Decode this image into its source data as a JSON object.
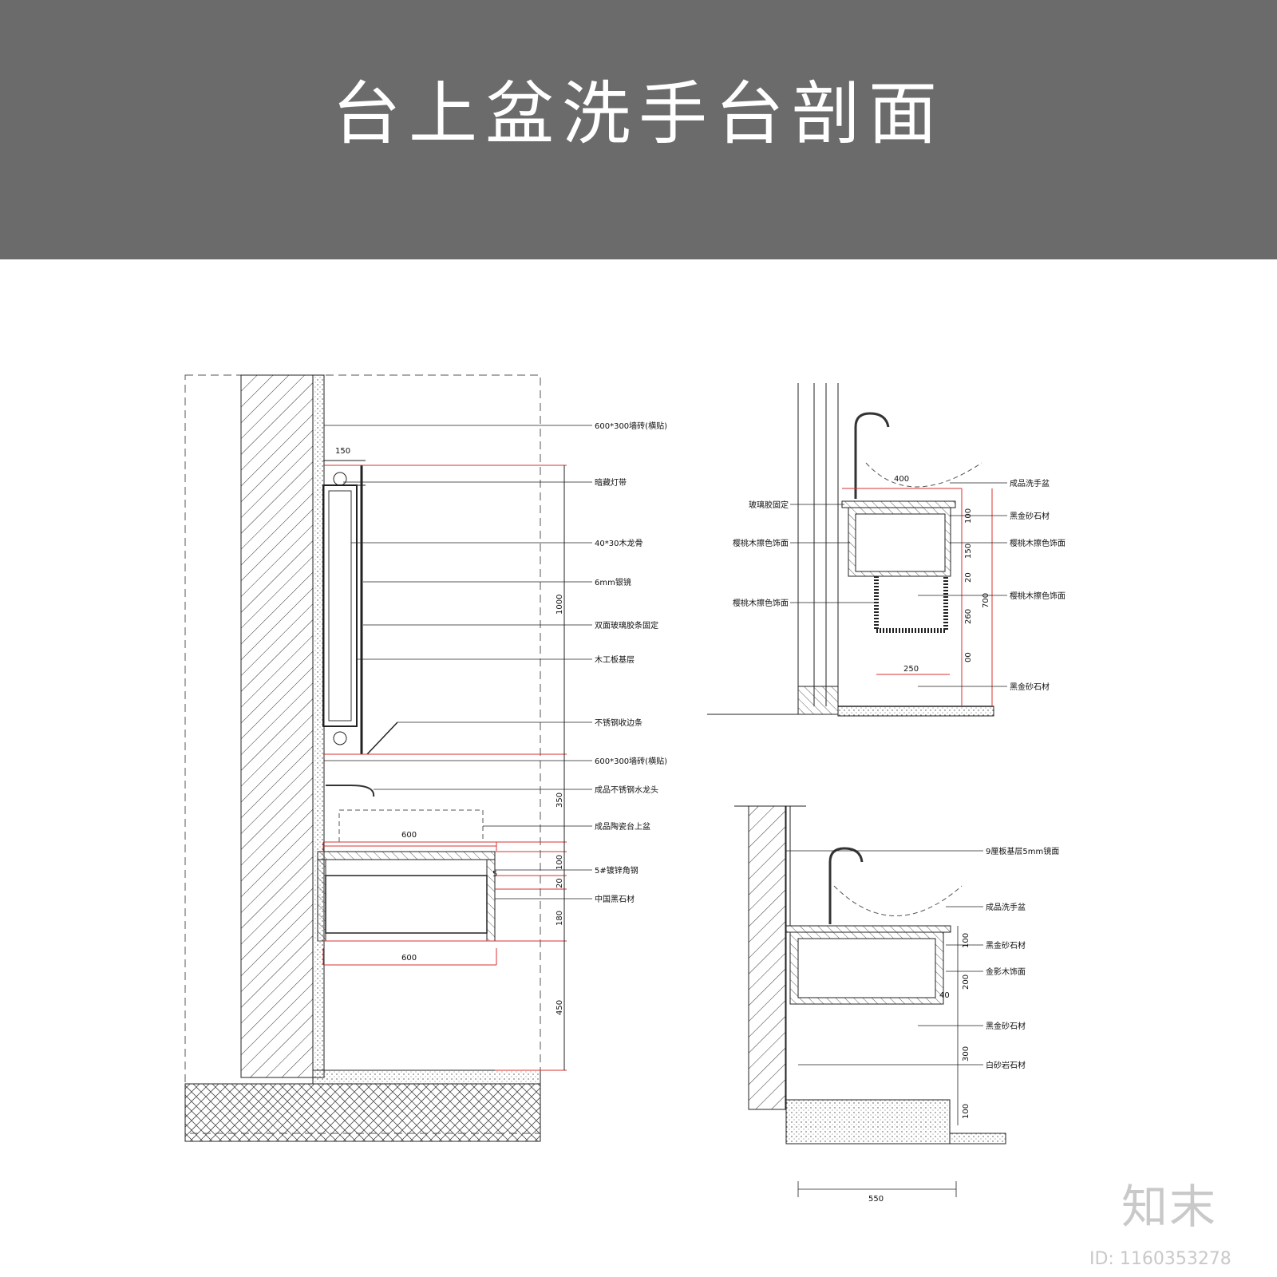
{
  "header": {
    "title": "台上盆洗手台剖面"
  },
  "section_a": {
    "labels": [
      "600*300墙砖(横贴)",
      "暗藏灯带",
      "40*30木龙骨",
      "6mm银镜",
      "双面玻璃胶条固定",
      "木工板基层",
      "不锈钢收边条",
      "600*300墙砖(横贴)",
      "成品不锈钢水龙头",
      "成品陶瓷台上盆",
      "5#镀锌角钢",
      "中国黑石材"
    ],
    "dims": [
      "150",
      "1000",
      "350",
      "600",
      "100",
      "20",
      "5",
      "180",
      "600",
      "450"
    ]
  },
  "section_b": {
    "labels_right": [
      "成品洗手盆",
      "黑金砂石材",
      "樱桃木擦色饰面",
      "樱桃木擦色饰面",
      "黑金砂石材"
    ],
    "labels_left": [
      "玻璃胶固定",
      "樱桃木擦色饰面",
      "樱桃木擦色饰面"
    ],
    "dims": [
      "400",
      "100",
      "150",
      "20",
      "260",
      "00",
      "700",
      "250"
    ]
  },
  "section_c": {
    "labels": [
      "9厘板基层5mm镜面",
      "成品洗手盆",
      "黑金砂石材",
      "金影木饰面",
      "黑金砂石材",
      "白砂岩石材"
    ],
    "dims": [
      "100",
      "200",
      "40",
      "300",
      "100",
      "550"
    ]
  },
  "footer": {
    "brand": "知末",
    "id": "ID: 1160353278"
  }
}
